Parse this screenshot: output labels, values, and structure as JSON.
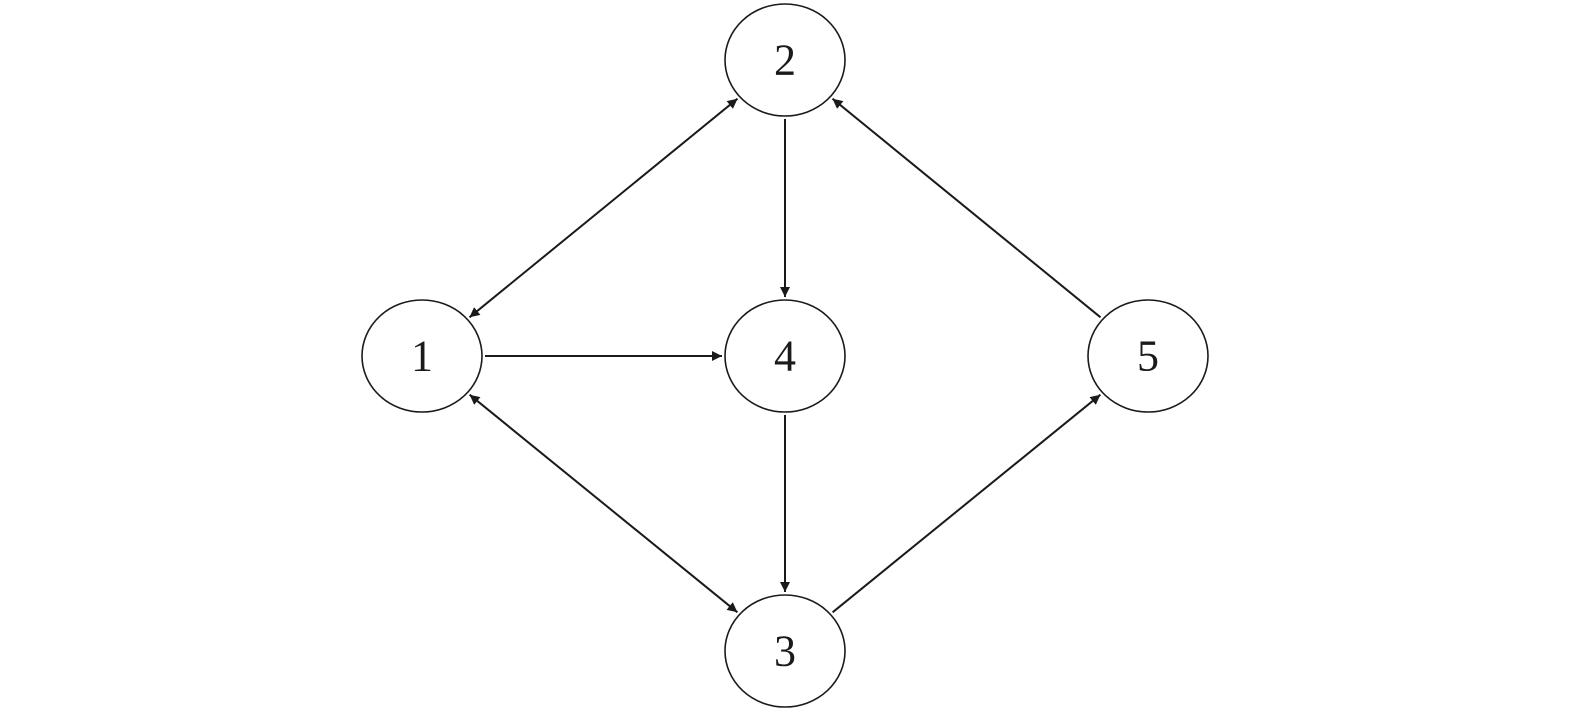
{
  "diagram": {
    "type": "directed-graph",
    "nodes": [
      {
        "id": "1",
        "label": "1"
      },
      {
        "id": "2",
        "label": "2"
      },
      {
        "id": "3",
        "label": "3"
      },
      {
        "id": "4",
        "label": "4"
      },
      {
        "id": "5",
        "label": "5"
      }
    ],
    "edges": [
      {
        "from": "1",
        "to": "2",
        "bidirectional": true
      },
      {
        "from": "1",
        "to": "3",
        "bidirectional": true
      },
      {
        "from": "1",
        "to": "4",
        "bidirectional": false
      },
      {
        "from": "2",
        "to": "4",
        "bidirectional": false
      },
      {
        "from": "4",
        "to": "3",
        "bidirectional": false
      },
      {
        "from": "3",
        "to": "5",
        "bidirectional": false
      },
      {
        "from": "5",
        "to": "2",
        "bidirectional": false
      }
    ],
    "colors": {
      "stroke": "#1a1a1a",
      "background": "#ffffff"
    }
  }
}
